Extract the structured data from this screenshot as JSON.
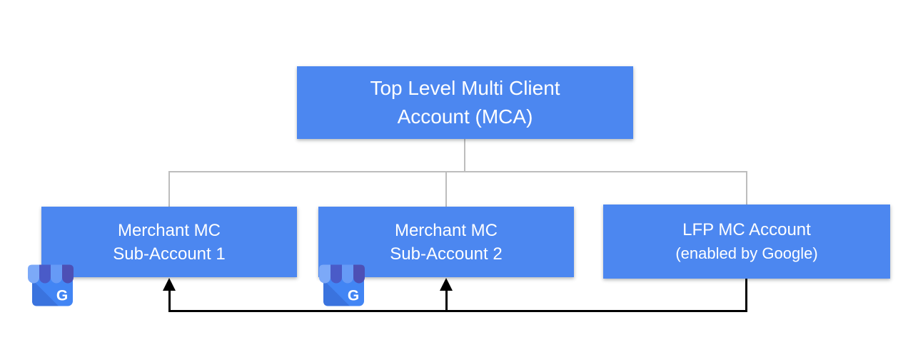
{
  "diagram": {
    "background": "#ffffff",
    "colors": {
      "node_fill": "#4C87F0",
      "node_text": "#ffffff",
      "tree_connector": "#BDBDBD",
      "feed_connector": "#000000"
    },
    "nodes": {
      "top": {
        "line1": "Top Level Multi Client",
        "line2": "Account (MCA)"
      },
      "sub1": {
        "line1": "Merchant MC",
        "line2": "Sub-Account 1"
      },
      "sub2": {
        "line1": "Merchant MC",
        "line2": "Sub-Account 2"
      },
      "lfp": {
        "line1": "LFP MC Account",
        "line2": "(enabled by Google)"
      }
    },
    "icons": {
      "business_profile": {
        "name": "google-business-profile-icon",
        "letter": "G"
      }
    },
    "edges": [
      {
        "from": "top",
        "to": "sub1",
        "style": "tree-line"
      },
      {
        "from": "top",
        "to": "sub2",
        "style": "tree-line"
      },
      {
        "from": "top",
        "to": "lfp",
        "style": "tree-line"
      },
      {
        "from": "lfp",
        "to": "sub1",
        "style": "black-arrow"
      },
      {
        "from": "lfp",
        "to": "sub2",
        "style": "black-arrow"
      }
    ]
  }
}
